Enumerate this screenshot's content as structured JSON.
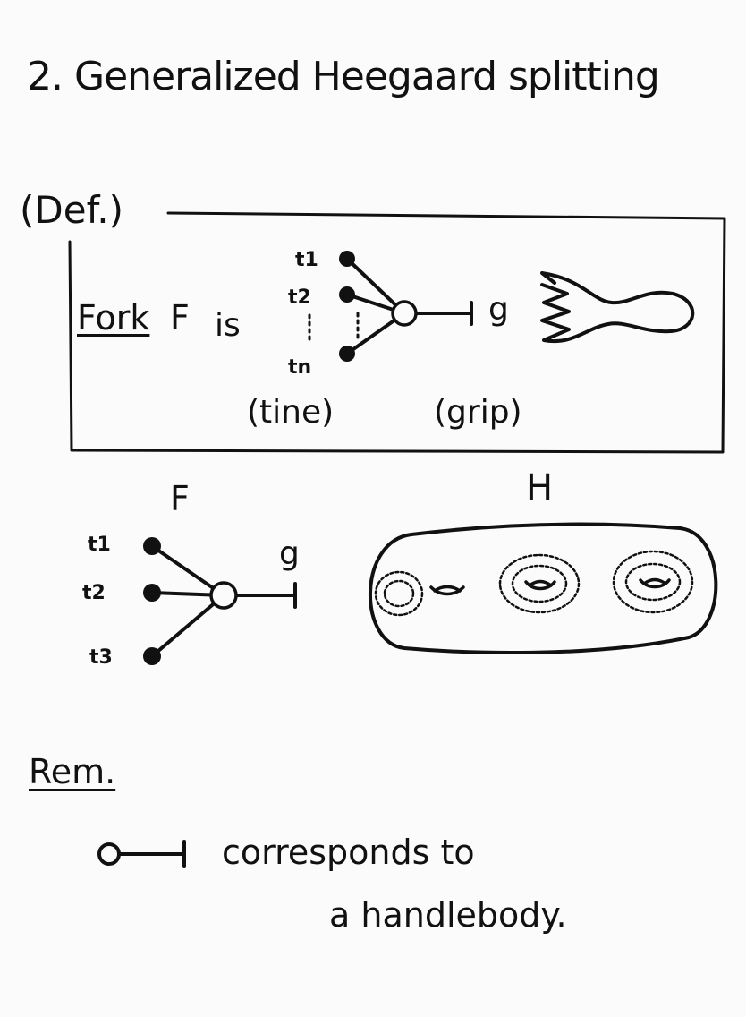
{
  "title": "2. Generalized Heegaard splitting",
  "definition": {
    "label": "(Def.)",
    "fork_word": "Fork",
    "fork_symbol": "F",
    "is_word": "is",
    "tines": [
      "t1",
      "t2",
      "tn"
    ],
    "grip_symbol": "g",
    "tine_caption": "(tine)",
    "grip_caption": "(grip)"
  },
  "example": {
    "fork_label": "F",
    "handlebody_label": "H",
    "tines": [
      "t1",
      "t2",
      "t3"
    ],
    "grip_symbol": "g"
  },
  "remark": {
    "label": "Rem.",
    "line1": "corresponds to",
    "line2": "a handlebody."
  }
}
